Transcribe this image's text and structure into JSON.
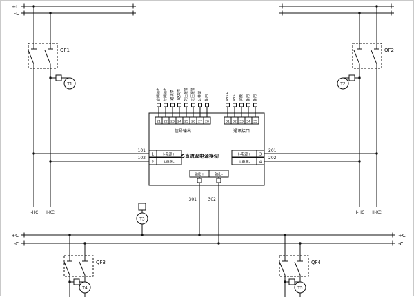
{
  "labels": {
    "bus_top_pos": "+L",
    "bus_top_neg": "-L",
    "bottom_left_pos": "+C",
    "bottom_left_neg": "-C",
    "bottom_right_pos": "+C",
    "bottom_right_neg": "-C",
    "qf1": "QF1",
    "qf2": "QF2",
    "qf3": "QF3",
    "qf4": "QF4",
    "t1": "T1",
    "t2": "T2",
    "t3": "T3",
    "t4": "T4",
    "t5": "T5",
    "left_feeder_buses": [
      "I-HC",
      "I-KC"
    ],
    "right_feeder_buses": [
      "II-HC",
      "II-KC"
    ]
  },
  "wires": {
    "w101": "101",
    "w102": "102",
    "w201": "201",
    "w202": "202",
    "w301": "301",
    "w302": "302"
  },
  "device": {
    "title": "DPAS直流双电源换切",
    "signal_section_label": "信号输出",
    "comm_section_label": "通讯接口",
    "signal_terminals": [
      "21",
      "22",
      "23",
      "24",
      "25",
      "26",
      "27",
      "28"
    ],
    "comm_terminals": [
      "31",
      "32",
      "33",
      "34",
      "35"
    ],
    "signal_labels": [
      "合闸输出",
      "分闸输出",
      "I路故障",
      "II路故障",
      "欠压报警",
      "过压报警",
      "公共端",
      "备用"
    ],
    "comm_labels": [
      "485+",
      "485-",
      "屏蔽",
      "备用",
      "备用"
    ],
    "in1_no": "1",
    "in1_label": "I-电源+",
    "in2_no": "2",
    "in2_label": "I-电源-",
    "in3_no": "3",
    "in3_label": "II-电源+",
    "in4_no": "4",
    "in4_label": "II-电源-",
    "out_pos_label": "输出+",
    "out_neg_label": "输出-"
  }
}
